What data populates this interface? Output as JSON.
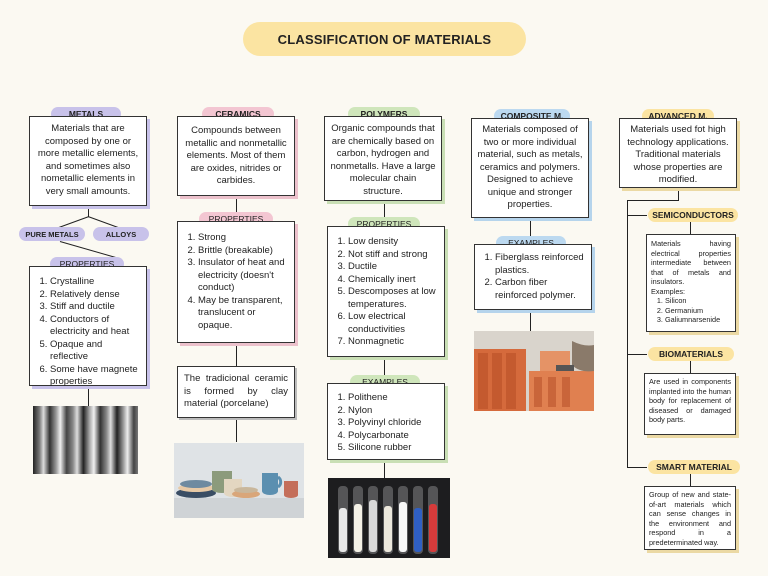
{
  "title": "CLASSIFICATION OF MATERIALS",
  "colors": {
    "title_bg": "#fbe4a2",
    "metals": "#c8c2ea",
    "ceramics": "#f3c6d2",
    "polymers": "#cfe6bb",
    "composite": "#bcd9f0",
    "advanced": "#fbe4a2"
  },
  "metals": {
    "label": "METALS",
    "description": "Materials that are composed by one  or more metallic elements, and sometimes also nometallic elements in very small amounts.",
    "pure_label": "PURE METALS",
    "alloys_label": "ALLOYS",
    "properties_label": "PROPERTIES",
    "properties": [
      "Crystalline",
      "Relatively dense",
      "Stiff and ductile",
      "Conductors of electricity and heat",
      "Opaque and reflective",
      "Some have magnete properties"
    ]
  },
  "ceramics": {
    "label": "CERAMICS",
    "description": "Compounds between metallic and nonmetallic elements. Most of them are oxides, nitrides or carbides.",
    "properties_label": "PROPERTIES",
    "properties": [
      "Strong",
      "Brittle (breakable)",
      "Insulator of heat and electricity (doesn't conduct)",
      "May be transparent, translucent or opaque."
    ],
    "example_text": "The tradicional ceramic is formed by clay material (porcelane)"
  },
  "polymers": {
    "label": "POLYMERS",
    "description": "Organic compounds that are chemically based on carbon, hydrogen and nonmetalls. Have a large molecular chain structure.",
    "properties_label": "PROPERTIES",
    "properties": [
      "Low density",
      "Not stiff and strong",
      "Ductile",
      "Chemically inert",
      "Descomposes at low temperatures.",
      "Low electrical conductivities",
      "Nonmagnetic"
    ],
    "examples_label": "EXAMPLES",
    "examples": [
      "Polithene",
      "Nylon",
      "Polyvinyl chloride",
      "Polycarbonate",
      "Silicone rubber"
    ]
  },
  "composite": {
    "label": "COMPOSITE M.",
    "description": "Materials composed of two or more individual material, such as metals, ceramics and polymers. Designed to achieve unique and stronger properties.",
    "examples_label": "EXAMPLES",
    "examples": [
      "Fiberglass reinforced plastics.",
      "Carbon fiber reinforced polymer."
    ]
  },
  "advanced": {
    "label": "ADVANCED M.",
    "description": "Materials used fot high technology applications. Traditional materials whose properties are modified.",
    "semiconductors": {
      "label": "SEMICONDUCTORS",
      "text": "Materials having electrical properties intermediate between that of metals and insulators.",
      "examples_label": "Examples:",
      "examples": [
        "Silicon",
        "Germanium",
        "Galiumnarsenide"
      ]
    },
    "biomaterials": {
      "label": "BIOMATERIALS",
      "text": "Are used in components implanted into the human body for replacement of diseased or damaged body parts."
    },
    "smart": {
      "label": "SMART MATERIAL",
      "text": "Group of new and state-of-art materials which can sense changes in the environment and respond in a predeterminated way."
    }
  }
}
